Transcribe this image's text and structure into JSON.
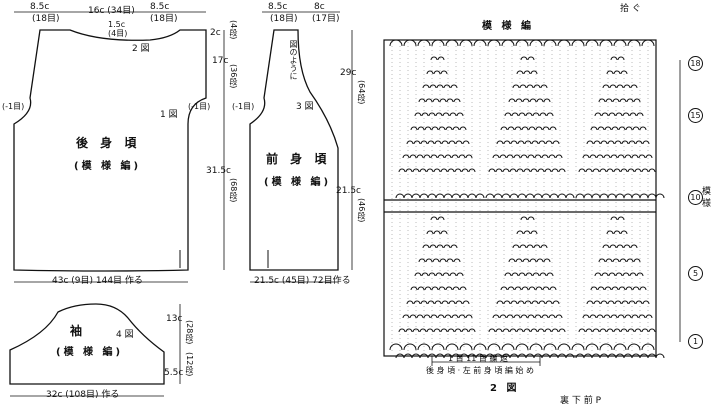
{
  "back": {
    "title": "後 身 頃",
    "pattern": "(模 様 編)",
    "top_left": "8.5c",
    "top_left_sub": "(18目)",
    "top_center": "16c (34目)",
    "top_right": "8.5c",
    "top_right_sub": "(18目)",
    "neck_small": "1.5c",
    "neck_small_sub": "(4目)",
    "label_2": "2 図",
    "label_1": "1 図",
    "left_dec": "(-1目)",
    "right_dec": "(-1目)",
    "side_top_a": "2c",
    "side_top_b": "(4段)",
    "side_mid": "17c",
    "side_mid_b": "(36段)",
    "side_low": "31.5c",
    "side_low_b": "(68段)",
    "bottom": "43c (9目) 144目 作る"
  },
  "front": {
    "title": "前 身 頃",
    "pattern": "(模 様 編)",
    "top_left": "8.5c",
    "top_left_sub": "(18目)",
    "top_right": "8c",
    "top_right_sub": "(17目)",
    "neck_note": "図のように",
    "label_3": "3 図",
    "right_dec": "(-1目)",
    "side_a": "29c",
    "side_a_b": "(64段)",
    "side_b": "21.5c",
    "side_b_b": "(46段)",
    "bottom": "21.5c (45目) 72目作る"
  },
  "sleeve": {
    "title": "袖",
    "pattern": "(模 様 編)",
    "label_4": "4 図",
    "side_a": "13c",
    "side_a_b": "(28段)",
    "side_b": "5.5c",
    "side_b_b": "(12段)",
    "bottom": "32c (108目) 作る"
  },
  "chart": {
    "title": "模 様 編",
    "corner_note": "拾 ぐ",
    "right_label": "模 様",
    "rows": [
      "18",
      "15",
      "10",
      "5",
      "1"
    ],
    "bottom_note": "1 目 11 目 繰 返",
    "bottom_note2": "後 身 頃 · 左 前 身 頃 編 始 め",
    "caption": "2 図",
    "footer": "裏 下 前 P"
  }
}
